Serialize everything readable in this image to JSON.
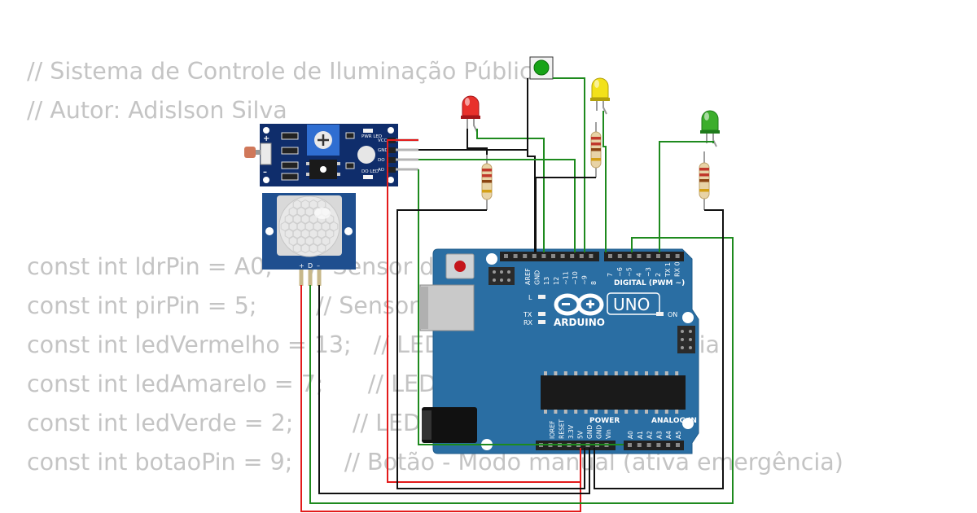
{
  "code": {
    "lines": [
      "// Sistema de Controle de Iluminação Pública",
      "// Autor: Adislson Silva",
      "const int ldrPin = A0;     // Sensor de luminosidade (LDR)",
      "const int pirPin = 5;        // Sensor de movimento (PIR)",
      "const int ledVermelho = 13;   // LED vermelho - Emergência",
      "const int ledAmarelo = 7;      // LED amarelo - Alerta",
      "const int ledVerde = 2;        // LED verde - Normal",
      "const int botaoPin = 9;       // Botão - Modo manual (ativa emergência)"
    ]
  },
  "ldr_module": {
    "pins": [
      "VCC",
      "GND",
      "DO",
      "AO"
    ],
    "labels": {
      "pwr_led": "PWR LED",
      "do_led": "DO LED",
      "plus": "+",
      "minus": "–"
    }
  },
  "pir_module": {
    "pins": [
      "+",
      "D",
      "–"
    ]
  },
  "arduino": {
    "brand": "ARDUINO",
    "model": "UNO",
    "digital_label": "DIGITAL (PWM ~)",
    "digital_pins_left": [
      "AREF",
      "GND",
      "13",
      "12",
      "~11",
      "~10",
      "~9",
      "8"
    ],
    "digital_pins_right": [
      "7",
      "~6",
      "~5",
      "4",
      "~3",
      "2",
      "TX 1",
      "RX 0"
    ],
    "power_label": "POWER",
    "analog_label": "ANALOG IN",
    "power_pins": [
      "IOREF",
      "RESET",
      "3.3V",
      "5V",
      "GND",
      "GND",
      "Vin"
    ],
    "analog_pins": [
      "A0",
      "A1",
      "A2",
      "A3",
      "A4",
      "A5"
    ],
    "leds": {
      "l": "L",
      "tx": "TX",
      "rx": "RX",
      "on": "ON"
    }
  },
  "colors": {
    "board": "#2a6ea3",
    "module": "#0f2d6b",
    "wire_black": "#111111",
    "wire_red": "#e31b1b",
    "wire_green": "#1e8a1e",
    "led_red": "#e8302b",
    "led_yellow": "#f2e11a",
    "led_green": "#3cae2c"
  }
}
